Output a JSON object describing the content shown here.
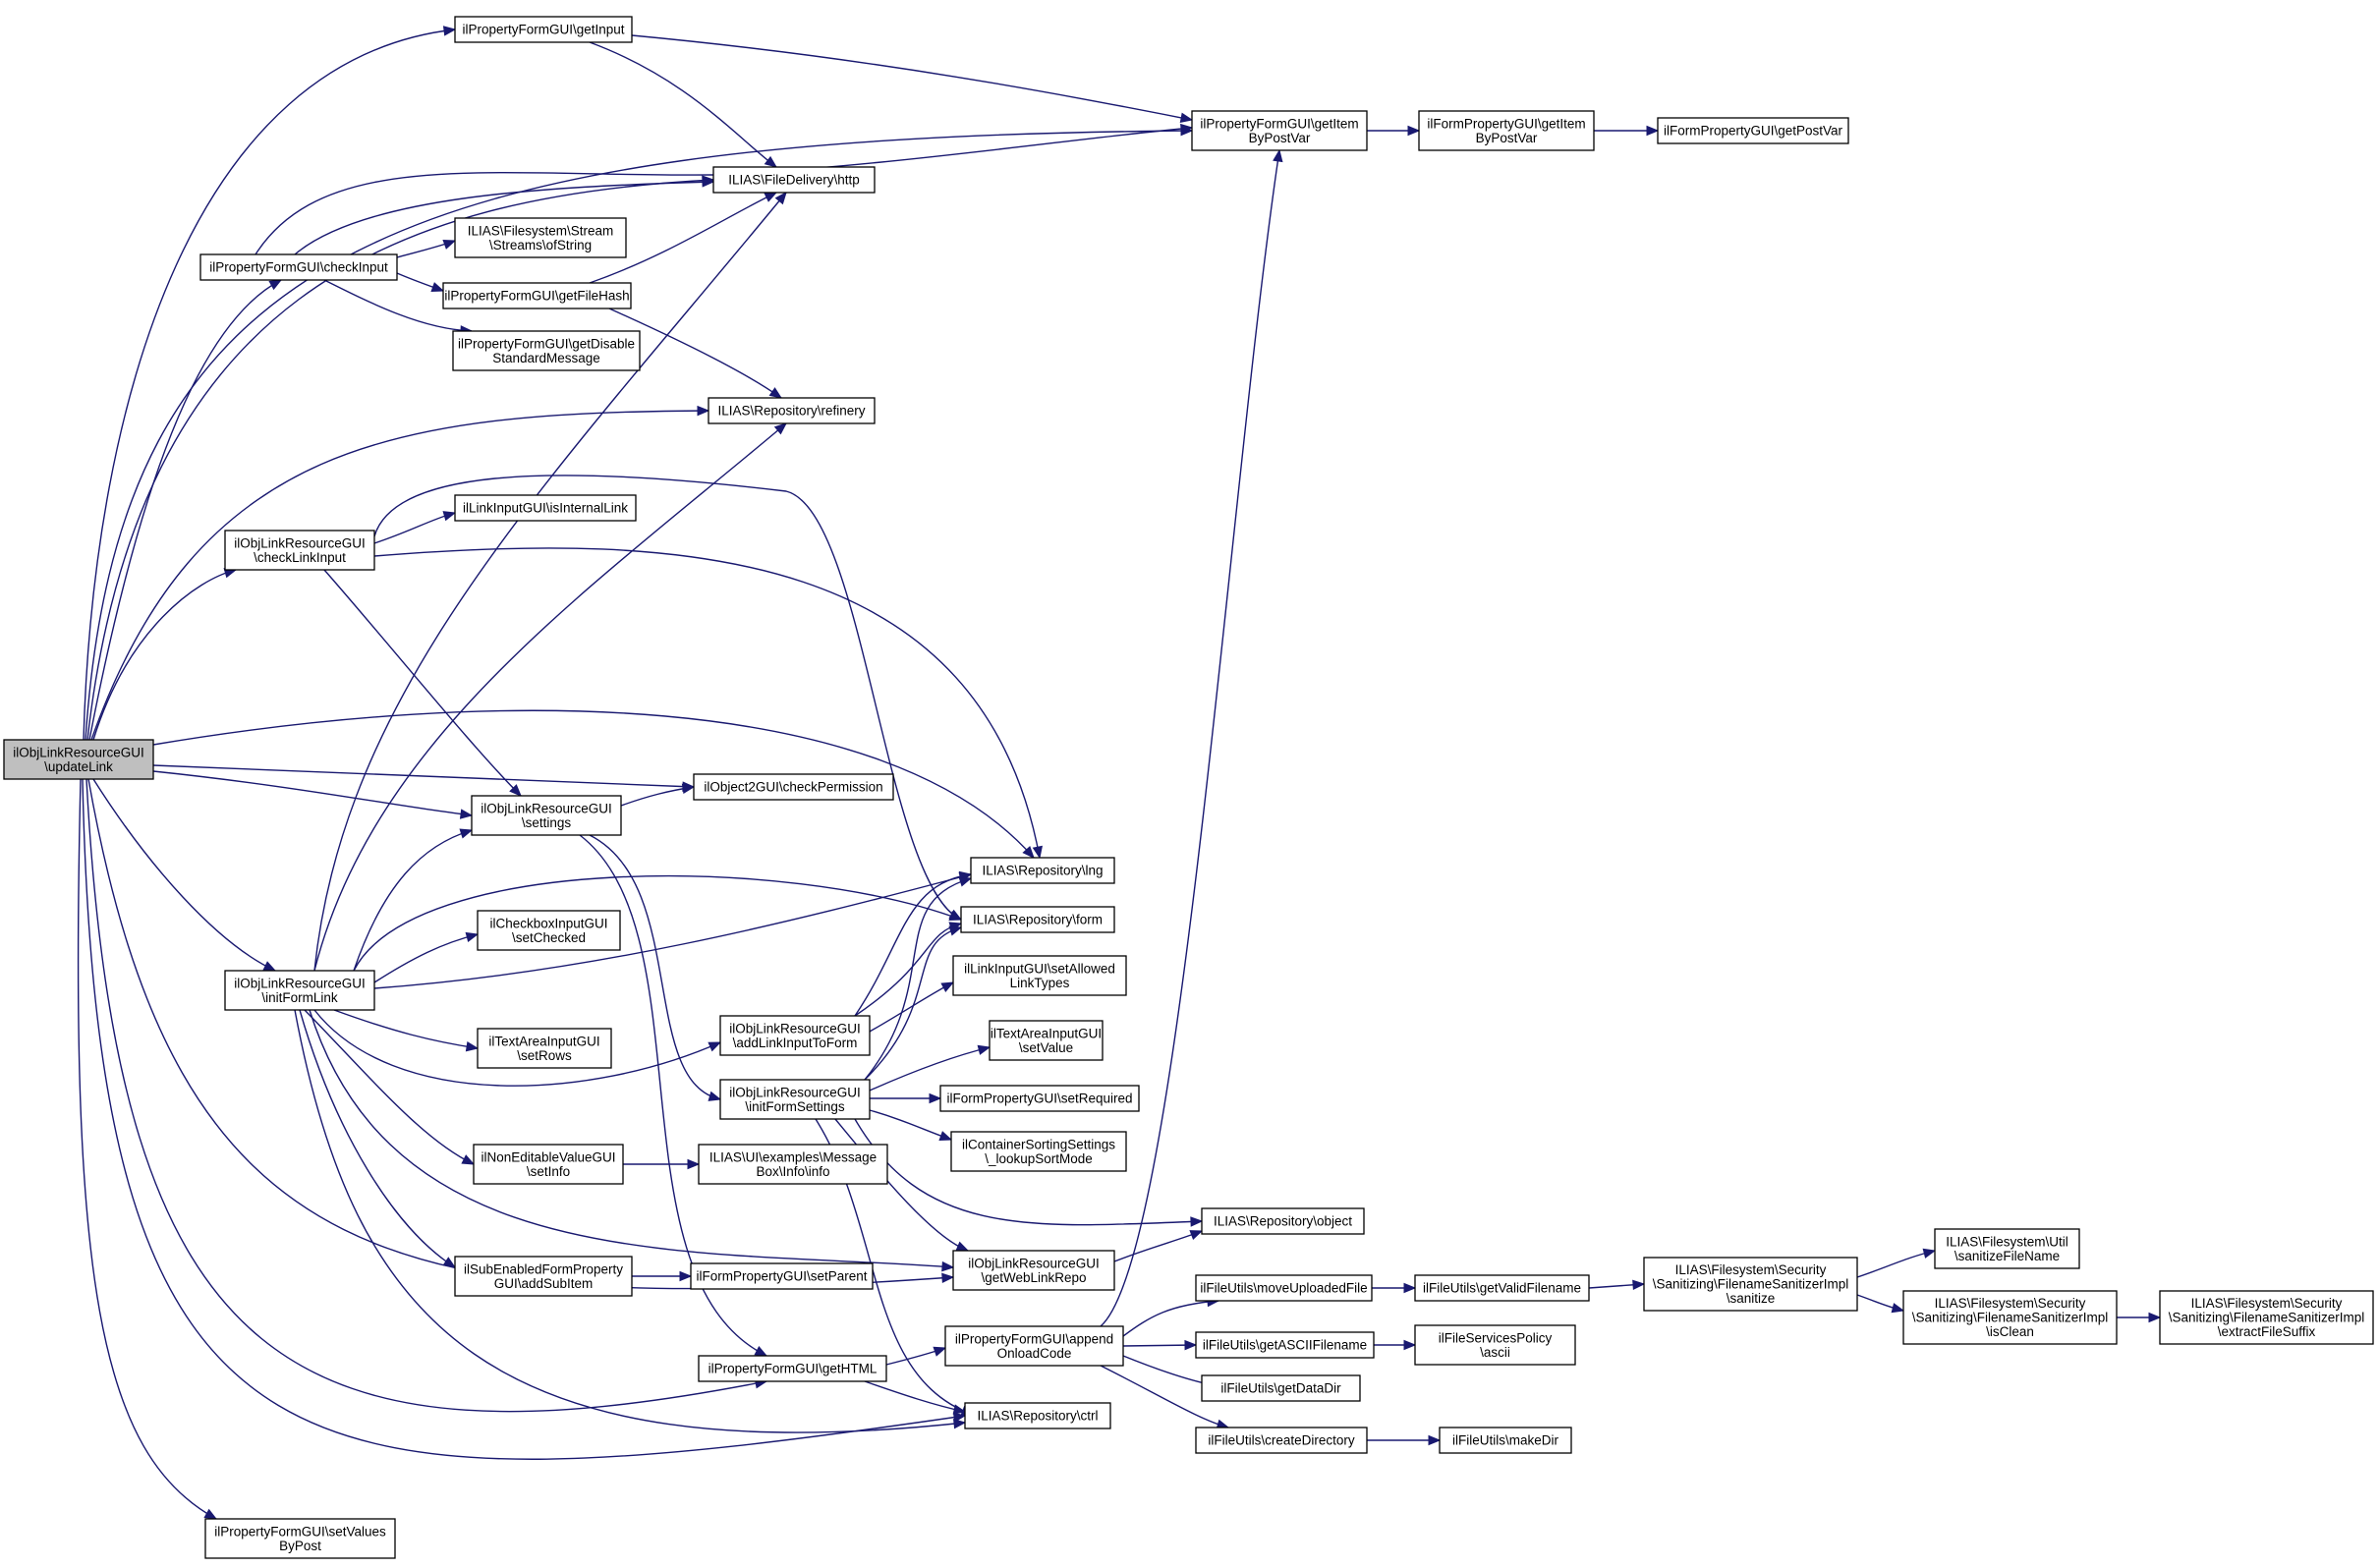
{
  "colors": {
    "edge": "#191970",
    "node_border": "#000000",
    "root_fill": "#bfbfbf",
    "node_fill": "#ffffff"
  },
  "nodes": [
    {
      "id": "root",
      "lines": [
        "ilObjLinkResourceGUI",
        "\\updateLink"
      ]
    },
    {
      "id": "getInput",
      "lines": [
        "ilPropertyFormGUI\\getInput"
      ]
    },
    {
      "id": "getItemByPostVar",
      "lines": [
        "ilPropertyFormGUI\\getItem",
        "ByPostVar"
      ]
    },
    {
      "id": "formGetItemByPostVar",
      "lines": [
        "ilFormPropertyGUI\\getItem",
        "ByPostVar"
      ]
    },
    {
      "id": "getPostVar",
      "lines": [
        "ilFormPropertyGUI\\getPostVar"
      ]
    },
    {
      "id": "http",
      "lines": [
        "ILIAS\\FileDelivery\\http"
      ]
    },
    {
      "id": "ofString",
      "lines": [
        "ILIAS\\Filesystem\\Stream",
        "\\Streams\\ofString"
      ]
    },
    {
      "id": "checkInput",
      "lines": [
        "ilPropertyFormGUI\\checkInput"
      ]
    },
    {
      "id": "getFileHash",
      "lines": [
        "ilPropertyFormGUI\\getFileHash"
      ]
    },
    {
      "id": "getDisableStd",
      "lines": [
        "ilPropertyFormGUI\\getDisable",
        "StandardMessage"
      ]
    },
    {
      "id": "refinery",
      "lines": [
        "ILIAS\\Repository\\refinery"
      ]
    },
    {
      "id": "isInternalLink",
      "lines": [
        "ilLinkInputGUI\\isInternalLink"
      ]
    },
    {
      "id": "checkLinkInput",
      "lines": [
        "ilObjLinkResourceGUI",
        "\\checkLinkInput"
      ]
    },
    {
      "id": "checkPermission",
      "lines": [
        "ilObject2GUI\\checkPermission"
      ]
    },
    {
      "id": "settings",
      "lines": [
        "ilObjLinkResourceGUI",
        "\\settings"
      ]
    },
    {
      "id": "lng",
      "lines": [
        "ILIAS\\Repository\\lng"
      ]
    },
    {
      "id": "form",
      "lines": [
        "ILIAS\\Repository\\form"
      ]
    },
    {
      "id": "setChecked",
      "lines": [
        "ilCheckboxInputGUI",
        "\\setChecked"
      ]
    },
    {
      "id": "setAllowedLinkTypes",
      "lines": [
        "ilLinkInputGUI\\setAllowed",
        "LinkTypes"
      ]
    },
    {
      "id": "initFormLink",
      "lines": [
        "ilObjLinkResourceGUI",
        "\\initFormLink"
      ]
    },
    {
      "id": "setValue",
      "lines": [
        "ilTextAreaInputGUI",
        "\\setValue"
      ]
    },
    {
      "id": "addLinkInputToForm",
      "lines": [
        "ilObjLinkResourceGUI",
        "\\addLinkInputToForm"
      ]
    },
    {
      "id": "setRows",
      "lines": [
        "ilTextAreaInputGUI",
        "\\setRows"
      ]
    },
    {
      "id": "initFormSettings",
      "lines": [
        "ilObjLinkResourceGUI",
        "\\initFormSettings"
      ]
    },
    {
      "id": "setRequired",
      "lines": [
        "ilFormPropertyGUI\\setRequired"
      ]
    },
    {
      "id": "lookupSortMode",
      "lines": [
        "ilContainerSortingSettings",
        "\\_lookupSortMode"
      ]
    },
    {
      "id": "setInfo",
      "lines": [
        "ilNonEditableValueGUI",
        "\\setInfo"
      ]
    },
    {
      "id": "msgBoxInfo",
      "lines": [
        "ILIAS\\UI\\examples\\Message",
        "Box\\Info\\info"
      ]
    },
    {
      "id": "object",
      "lines": [
        "ILIAS\\Repository\\object"
      ]
    },
    {
      "id": "sanitizeFileName",
      "lines": [
        "ILIAS\\Filesystem\\Util",
        "\\sanitizeFileName"
      ]
    },
    {
      "id": "getWebLinkRepo",
      "lines": [
        "ilObjLinkResourceGUI",
        "\\getWebLinkRepo"
      ]
    },
    {
      "id": "addSubItem",
      "lines": [
        "ilSubEnabledFormProperty",
        "GUI\\addSubItem"
      ]
    },
    {
      "id": "setParent",
      "lines": [
        "ilFormPropertyGUI\\setParent"
      ]
    },
    {
      "id": "moveUploadedFile",
      "lines": [
        "ilFileUtils\\moveUploadedFile"
      ]
    },
    {
      "id": "getValidFilename",
      "lines": [
        "ilFileUtils\\getValidFilename"
      ]
    },
    {
      "id": "sanitize",
      "lines": [
        "ILIAS\\Filesystem\\Security",
        "\\Sanitizing\\FilenameSanitizerImpl",
        "\\sanitize"
      ]
    },
    {
      "id": "isClean",
      "lines": [
        "ILIAS\\Filesystem\\Security",
        "\\Sanitizing\\FilenameSanitizerImpl",
        "\\isClean"
      ]
    },
    {
      "id": "extractFileSuffix",
      "lines": [
        "ILIAS\\Filesystem\\Security",
        "\\Sanitizing\\FilenameSanitizerImpl",
        "\\extractFileSuffix"
      ]
    },
    {
      "id": "appendOnloadCode",
      "lines": [
        "ilPropertyFormGUI\\append",
        "OnloadCode"
      ]
    },
    {
      "id": "getASCIIFilename",
      "lines": [
        "ilFileUtils\\getASCIIFilename"
      ]
    },
    {
      "id": "ascii",
      "lines": [
        "ilFileServicesPolicy",
        "\\ascii"
      ]
    },
    {
      "id": "getDataDir",
      "lines": [
        "ilFileUtils\\getDataDir"
      ]
    },
    {
      "id": "getHTML",
      "lines": [
        "ilPropertyFormGUI\\getHTML"
      ]
    },
    {
      "id": "ctrl",
      "lines": [
        "ILIAS\\Repository\\ctrl"
      ]
    },
    {
      "id": "createDirectory",
      "lines": [
        "ilFileUtils\\createDirectory"
      ]
    },
    {
      "id": "makeDir",
      "lines": [
        "ilFileUtils\\makeDir"
      ]
    },
    {
      "id": "setValuesByPost",
      "lines": [
        "ilPropertyFormGUI\\setValues",
        "ByPost"
      ]
    }
  ],
  "edges": [
    [
      "root",
      "getInput"
    ],
    [
      "root",
      "getItemByPostVar"
    ],
    [
      "root",
      "http"
    ],
    [
      "root",
      "checkInput"
    ],
    [
      "root",
      "refinery"
    ],
    [
      "root",
      "checkLinkInput"
    ],
    [
      "root",
      "checkPermission"
    ],
    [
      "root",
      "settings"
    ],
    [
      "root",
      "lng"
    ],
    [
      "root",
      "initFormLink"
    ],
    [
      "root",
      "getWebLinkRepo"
    ],
    [
      "root",
      "getHTML"
    ],
    [
      "root",
      "ctrl"
    ],
    [
      "root",
      "setValuesByPost"
    ],
    [
      "getInput",
      "getItemByPostVar"
    ],
    [
      "getInput",
      "http"
    ],
    [
      "getItemByPostVar",
      "formGetItemByPostVar"
    ],
    [
      "formGetItemByPostVar",
      "getPostVar"
    ],
    [
      "checkInput",
      "getItemByPostVar"
    ],
    [
      "checkInput",
      "http"
    ],
    [
      "checkInput",
      "ofString"
    ],
    [
      "checkInput",
      "getFileHash"
    ],
    [
      "checkInput",
      "getDisableStd"
    ],
    [
      "getFileHash",
      "http"
    ],
    [
      "getFileHash",
      "refinery"
    ],
    [
      "checkLinkInput",
      "isInternalLink"
    ],
    [
      "checkLinkInput",
      "form"
    ],
    [
      "checkLinkInput",
      "lng"
    ],
    [
      "checkLinkInput",
      "settings"
    ],
    [
      "settings",
      "checkPermission"
    ],
    [
      "settings",
      "initFormSettings"
    ],
    [
      "settings",
      "getHTML"
    ],
    [
      "initFormLink",
      "http"
    ],
    [
      "initFormLink",
      "refinery"
    ],
    [
      "initFormLink",
      "settings"
    ],
    [
      "initFormLink",
      "form"
    ],
    [
      "initFormLink",
      "lng"
    ],
    [
      "initFormLink",
      "setChecked"
    ],
    [
      "initFormLink",
      "setRows"
    ],
    [
      "initFormLink",
      "addLinkInputToForm"
    ],
    [
      "initFormLink",
      "setInfo"
    ],
    [
      "initFormLink",
      "addSubItem"
    ],
    [
      "initFormLink",
      "getWebLinkRepo"
    ],
    [
      "initFormLink",
      "ctrl"
    ],
    [
      "addLinkInputToForm",
      "lng"
    ],
    [
      "addLinkInputToForm",
      "form"
    ],
    [
      "addLinkInputToForm",
      "setAllowedLinkTypes"
    ],
    [
      "initFormSettings",
      "lng"
    ],
    [
      "initFormSettings",
      "form"
    ],
    [
      "initFormSettings",
      "setValue"
    ],
    [
      "initFormSettings",
      "setRequired"
    ],
    [
      "initFormSettings",
      "lookupSortMode"
    ],
    [
      "initFormSettings",
      "object"
    ],
    [
      "initFormSettings",
      "getWebLinkRepo"
    ],
    [
      "initFormSettings",
      "ctrl"
    ],
    [
      "setInfo",
      "msgBoxInfo"
    ],
    [
      "addSubItem",
      "setParent"
    ],
    [
      "getWebLinkRepo",
      "object"
    ],
    [
      "getHTML",
      "appendOnloadCode"
    ],
    [
      "getHTML",
      "ctrl"
    ],
    [
      "appendOnloadCode",
      "getItemByPostVar"
    ],
    [
      "appendOnloadCode",
      "moveUploadedFile"
    ],
    [
      "appendOnloadCode",
      "getASCIIFilename"
    ],
    [
      "appendOnloadCode",
      "getDataDir"
    ],
    [
      "appendOnloadCode",
      "createDirectory"
    ],
    [
      "moveUploadedFile",
      "getValidFilename"
    ],
    [
      "getValidFilename",
      "sanitize"
    ],
    [
      "sanitize",
      "sanitizeFileName"
    ],
    [
      "sanitize",
      "isClean"
    ],
    [
      "isClean",
      "extractFileSuffix"
    ],
    [
      "getASCIIFilename",
      "ascii"
    ],
    [
      "createDirectory",
      "makeDir"
    ]
  ]
}
